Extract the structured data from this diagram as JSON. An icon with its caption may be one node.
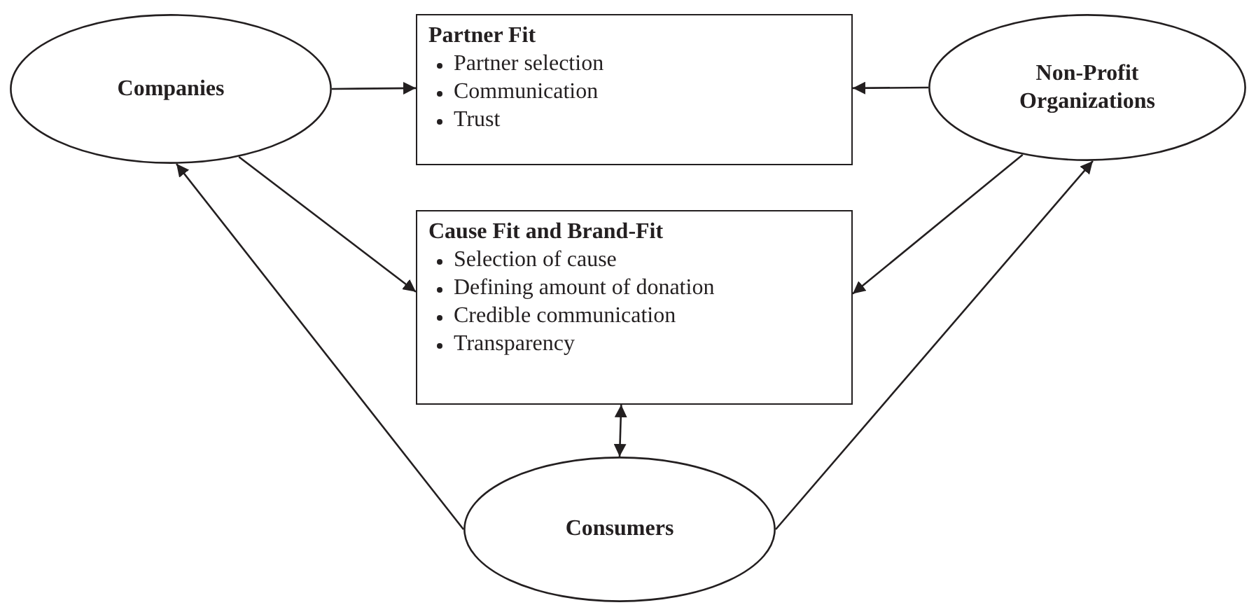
{
  "diagram": {
    "nodes": [
      {
        "text": [
          "Companies"
        ]
      },
      {
        "text": [
          "Partner Fit",
          "Partner selection",
          "Communication",
          "Trust"
        ]
      },
      {
        "text": [
          "Non-Profit Organizations"
        ]
      },
      {
        "text": [
          "Cause Fit and Brand-Fit",
          "Selection of cause",
          "Defining amount of donation",
          "Credible communication",
          "Transparency"
        ]
      },
      {
        "text": [
          "Consumers"
        ]
      }
    ],
    "edges": [
      {
        "from": 0,
        "to": 1,
        "arrow": "to"
      },
      {
        "from": 2,
        "to": 1,
        "arrow": "to"
      },
      {
        "from": 0,
        "to": 3,
        "arrow": "to"
      },
      {
        "from": 2,
        "to": 3,
        "arrow": "to"
      },
      {
        "from": 4,
        "to": 3,
        "arrow": "both"
      },
      {
        "from": 4,
        "to": 0,
        "arrow": "to"
      },
      {
        "from": 4,
        "to": 2,
        "arrow": "to"
      }
    ]
  }
}
